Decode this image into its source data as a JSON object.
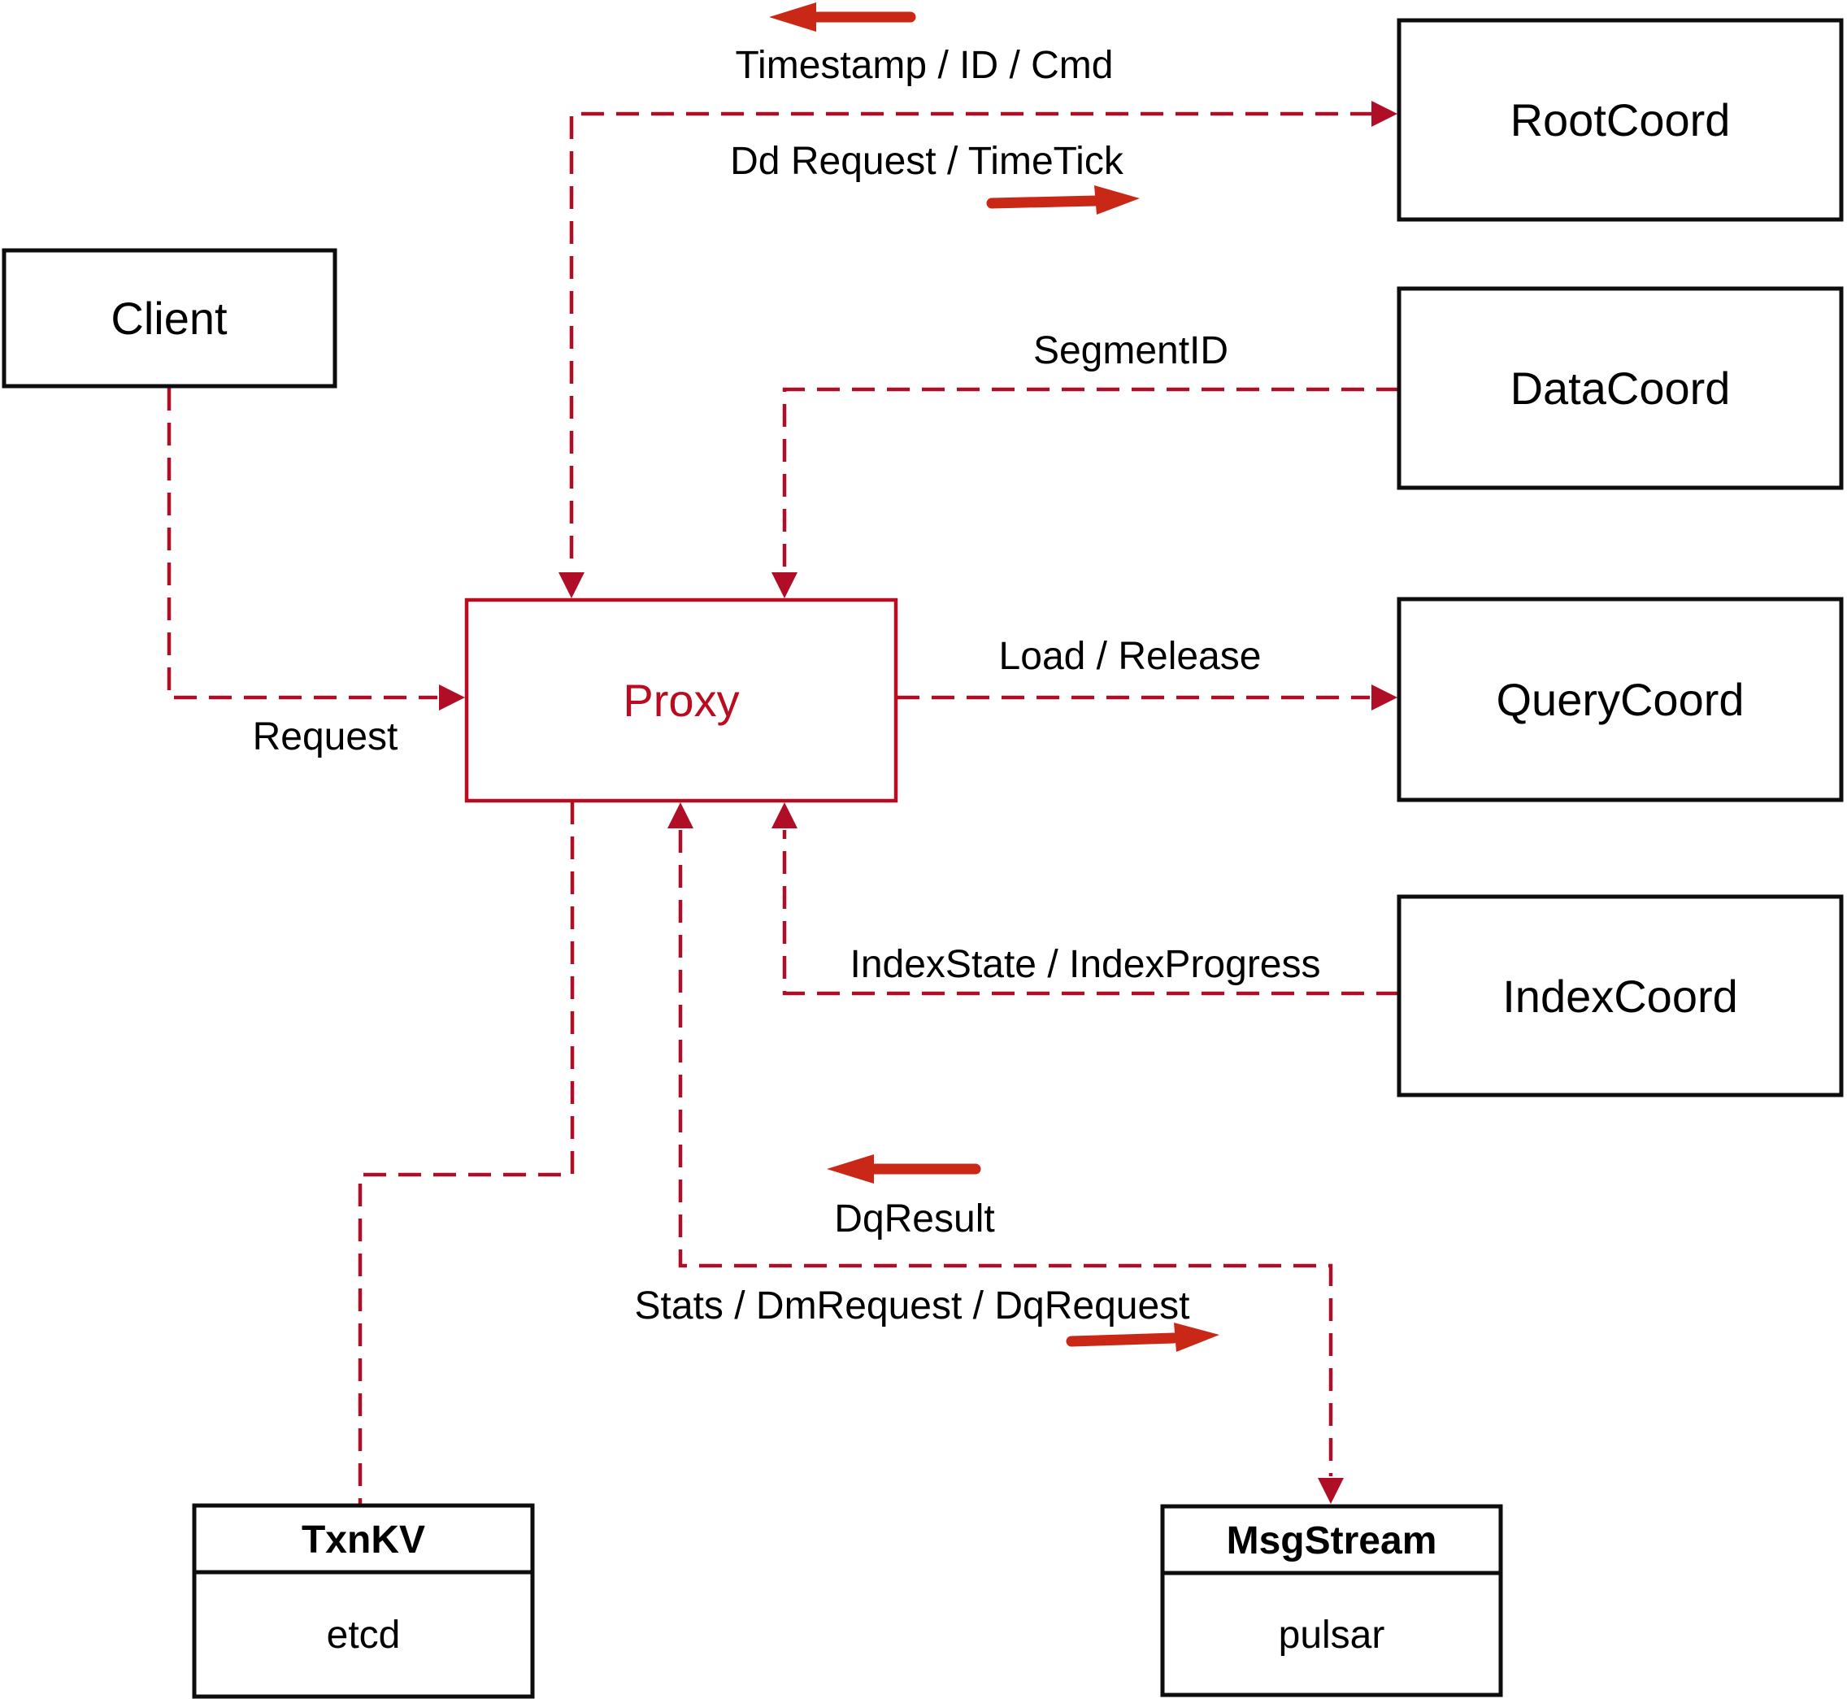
{
  "diagram": {
    "nodes": {
      "client": {
        "label": "Client"
      },
      "proxy": {
        "label": "Proxy"
      },
      "root_coord": {
        "label": "RootCoord"
      },
      "data_coord": {
        "label": "DataCoord"
      },
      "query_coord": {
        "label": "QueryCoord"
      },
      "index_coord": {
        "label": "IndexCoord"
      },
      "txn_kv": {
        "title": "TxnKV",
        "impl": "etcd"
      },
      "msg_stream": {
        "title": "MsgStream",
        "impl": "pulsar"
      }
    },
    "edges": [
      {
        "from": "Proxy",
        "to": "RootCoord",
        "direction": "bidirectional",
        "labels": [
          "Timestamp / ID / Cmd",
          "Dd Request / TimeTick"
        ]
      },
      {
        "from": "DataCoord",
        "to": "Proxy",
        "direction": "into-proxy",
        "labels": [
          "SegmentID"
        ]
      },
      {
        "from": "Client",
        "to": "Proxy",
        "direction": "into-proxy",
        "labels": [
          "Request"
        ]
      },
      {
        "from": "Proxy",
        "to": "QueryCoord",
        "direction": "into-querycoord",
        "labels": [
          "Load / Release"
        ]
      },
      {
        "from": "IndexCoord",
        "to": "Proxy",
        "direction": "into-proxy",
        "labels": [
          "IndexState / IndexProgress"
        ]
      },
      {
        "from": "Proxy",
        "to": "MsgStream",
        "direction": "bidirectional",
        "labels": [
          "DqResult",
          "Stats / DmRequest / DqRequest"
        ]
      },
      {
        "from": "Proxy",
        "to": "TxnKV",
        "direction": "none",
        "labels": []
      }
    ],
    "colors": {
      "line": "#b00d26",
      "arrow": "#c92817",
      "proxy": "#ba0c21",
      "box_border": "#0d0d0d",
      "text": "#000000"
    }
  }
}
